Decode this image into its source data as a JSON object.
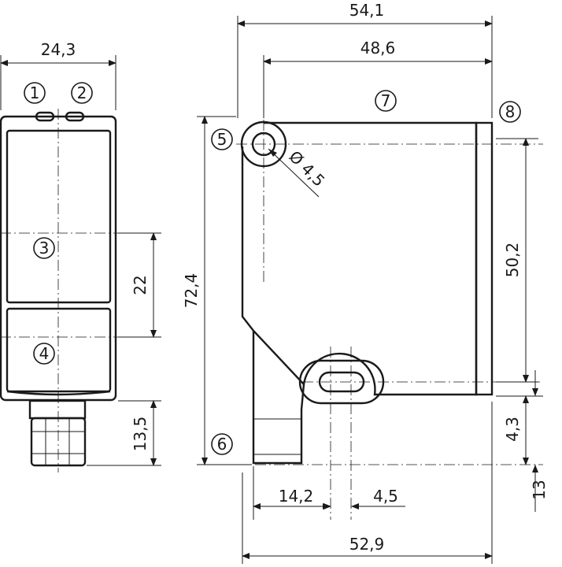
{
  "dimensions": {
    "front_width": "24,3",
    "side_total_width": "54,1",
    "side_body_width": "48,6",
    "side_bottom_width": "52,9",
    "height_total": "72,4",
    "front_22": "22",
    "front_13_5": "13,5",
    "hole_dia": "Ø 4,5",
    "mount_distance": "50,2",
    "connector_offset": "14,2",
    "slot_width": "4,5",
    "right_4_3": "4,3",
    "right_13": "13"
  },
  "callouts": {
    "c1": "1",
    "c2": "2",
    "c3": "3",
    "c4": "4",
    "c5": "5",
    "c6": "6",
    "c7": "7",
    "c8": "8"
  }
}
